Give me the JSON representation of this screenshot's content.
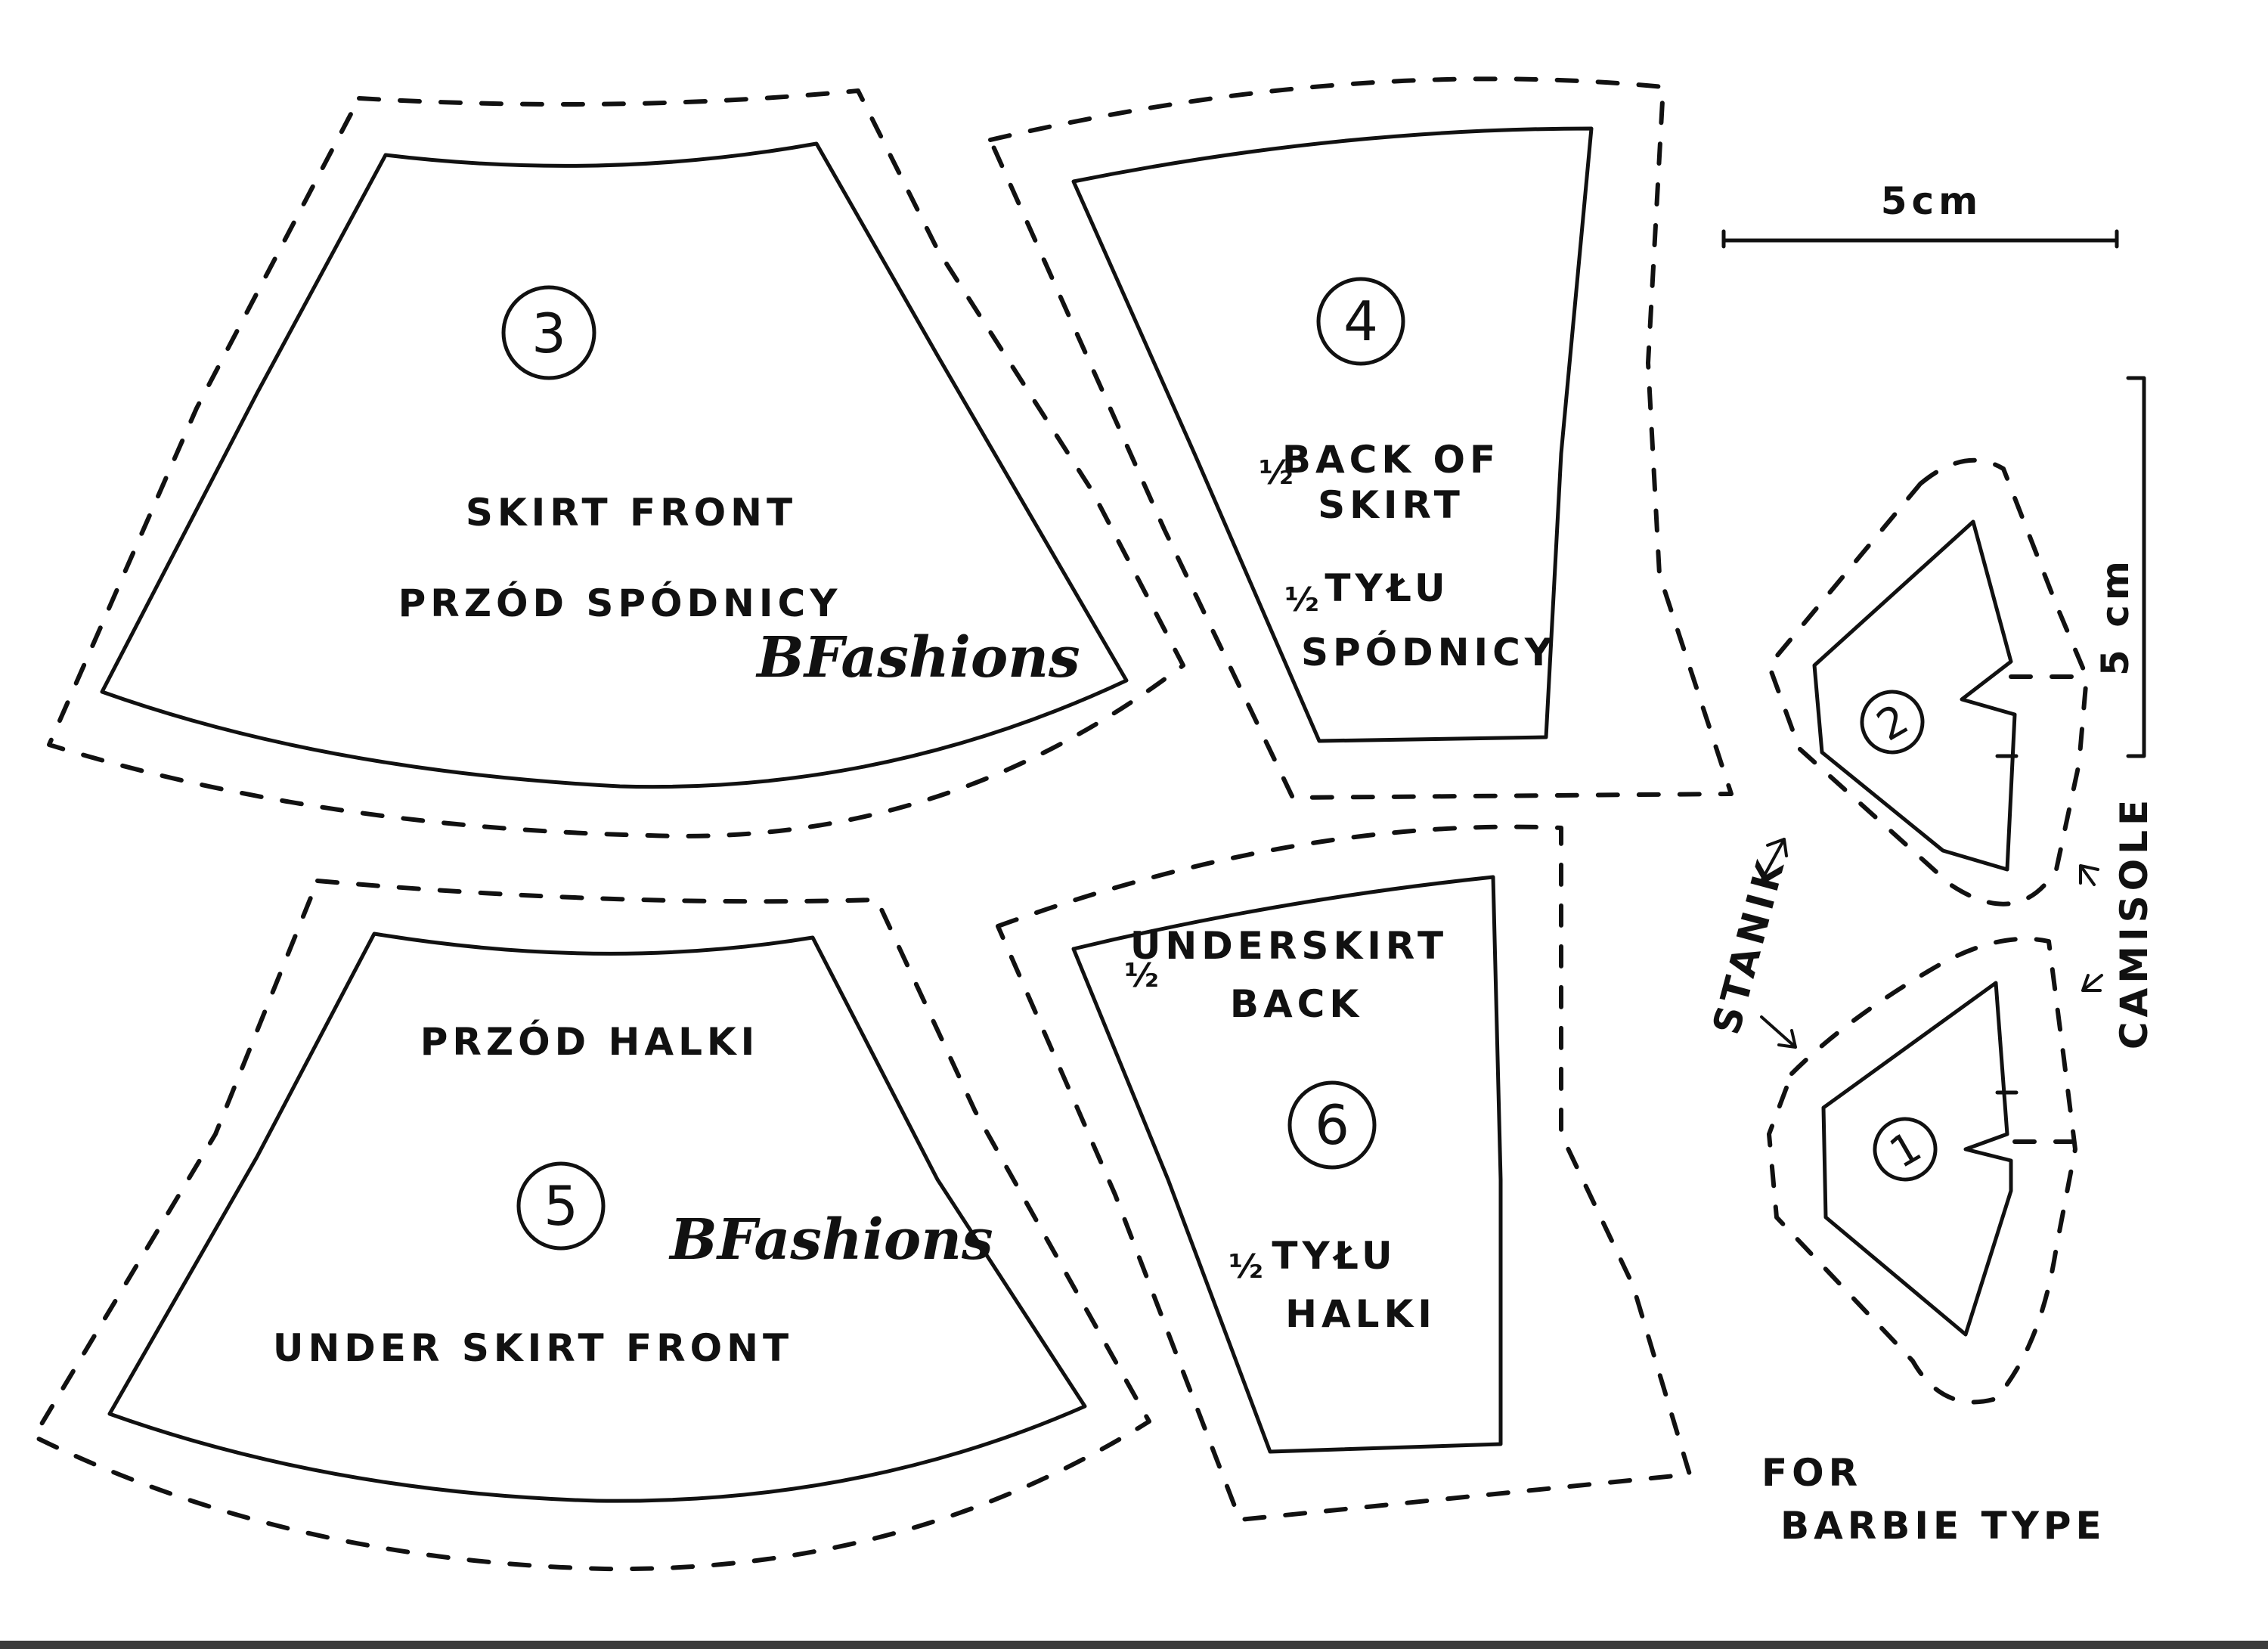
{
  "pieces": {
    "p3": {
      "number": "3",
      "line1": "SKIRT FRONT",
      "line2": "PRZÓD SPÓDNICY",
      "brand": "BFashions"
    },
    "p4": {
      "number": "4",
      "frac": "½",
      "line1": "BACK OF",
      "line2": "SKIRT",
      "frac2": "½",
      "line3": "TYŁU",
      "line4": "SPÓDNICY"
    },
    "p5": {
      "number": "5",
      "line1": "PRZÓD HALKI",
      "line2": "UNDER SKIRT  FRONT",
      "brand": "BFashions"
    },
    "p6": {
      "number": "6",
      "frac": "½",
      "line1": "UNDERSKIRT",
      "line2": "BACK",
      "frac2": "½",
      "line3": "TYŁU",
      "line4": "HALKI"
    },
    "p2": {
      "number": "2"
    },
    "p1": {
      "number": "1"
    }
  },
  "labels": {
    "scale_h": "5cm",
    "scale_v": "5 cm",
    "stanik": "STANIK",
    "camisole": "CAMISOLE",
    "footer_line1": "FOR",
    "footer_line2": "BARBIE TYPE"
  }
}
